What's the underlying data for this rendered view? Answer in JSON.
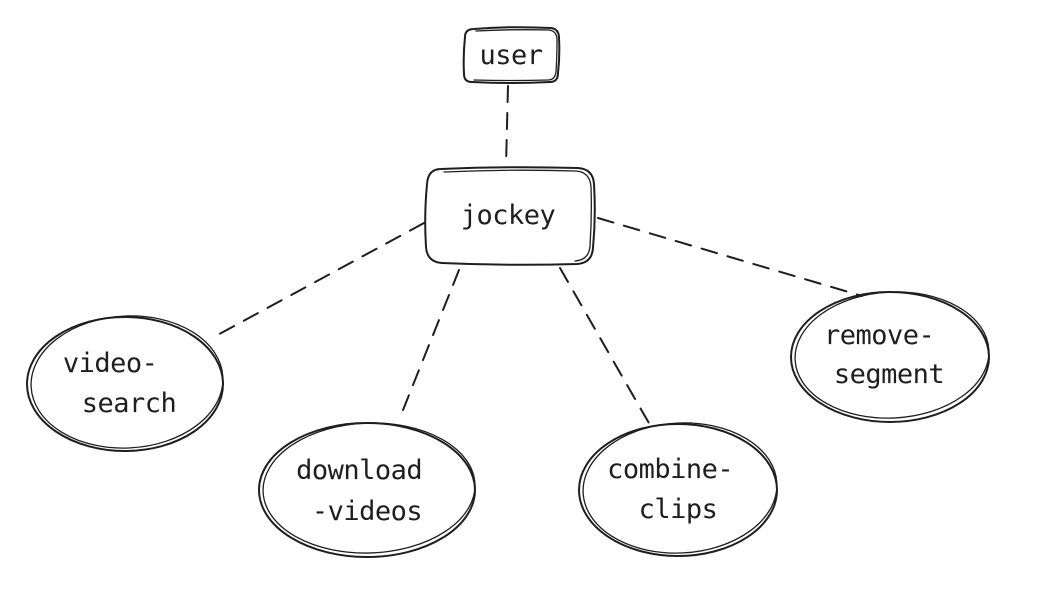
{
  "diagram": {
    "stroke_color": "#1e1e1e",
    "background_color": "#ffffff",
    "nodes": {
      "user": {
        "lines": [
          "user"
        ]
      },
      "jockey": {
        "lines": [
          "jockey"
        ]
      },
      "video_search": {
        "lines": [
          "video-",
          "search"
        ]
      },
      "download_videos": {
        "lines": [
          "download",
          "-videos"
        ]
      },
      "combine_clips": {
        "lines": [
          "combine-",
          "clips"
        ]
      },
      "remove_segment": {
        "lines": [
          "remove-",
          "segment"
        ]
      }
    },
    "edges": [
      {
        "from": "user",
        "to": "jockey",
        "style": "dashed"
      },
      {
        "from": "jockey",
        "to": "video_search",
        "style": "dashed"
      },
      {
        "from": "jockey",
        "to": "download_videos",
        "style": "dashed"
      },
      {
        "from": "jockey",
        "to": "combine_clips",
        "style": "dashed"
      },
      {
        "from": "jockey",
        "to": "remove_segment",
        "style": "dashed"
      }
    ]
  }
}
